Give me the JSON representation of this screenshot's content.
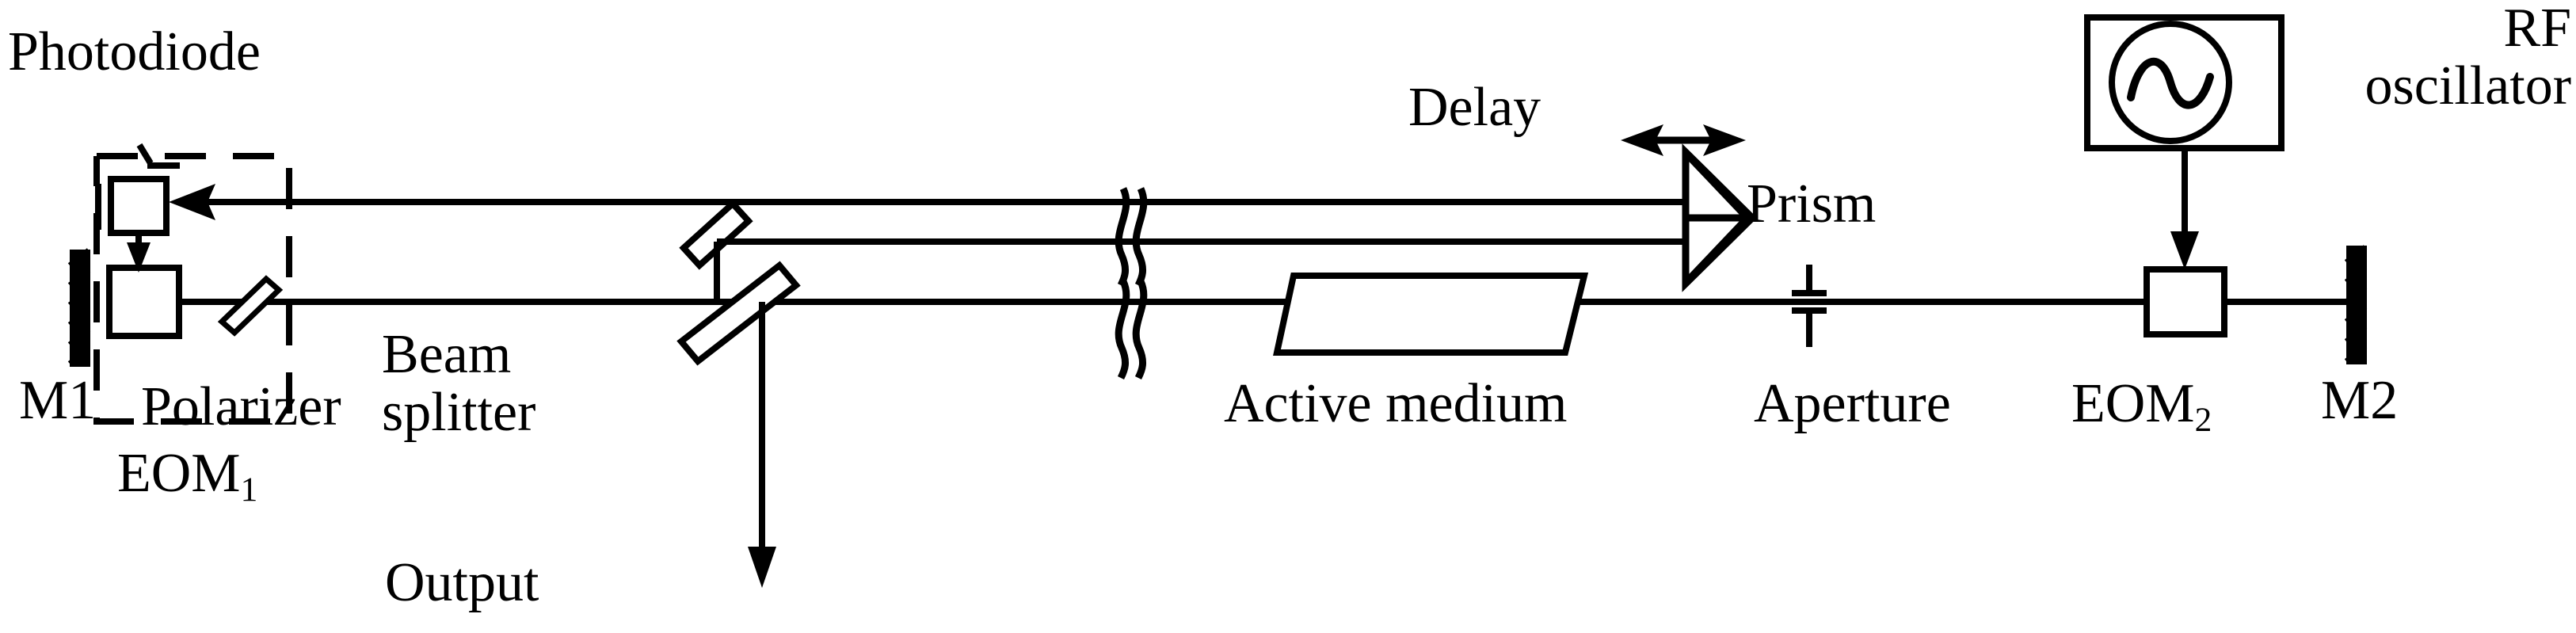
{
  "figure": {
    "kind": "optical-setup-schematic",
    "description": "Laser cavity schematic with two end mirrors, active medium, prism, aperture, two electro-optic modulators and RF oscillator",
    "background_color": "#ffffff",
    "stroke_color": "#000000"
  },
  "labels": {
    "photodiode": "Photodiode",
    "m1": "M1",
    "polarizer": "Polarizer",
    "eom1_base": "EOM",
    "eom1_sub": "1",
    "beam_splitter_line1": "Beam",
    "beam_splitter_line2": "splitter",
    "output": "Output",
    "active_medium": "Active medium",
    "delay": "Delay",
    "prism": "Prism",
    "aperture": "Aperture",
    "eom2_base": "EOM",
    "eom2_sub": "2",
    "m2": "M2",
    "rf_line1": "RF",
    "rf_line2": "oscillator"
  },
  "components": [
    {
      "name": "mirror-m1",
      "type": "hatched-end-mirror",
      "label": "M1"
    },
    {
      "name": "eom1",
      "type": "box-on-axis",
      "label": "EOM1"
    },
    {
      "name": "polarizer",
      "type": "tilted-plate",
      "label": "Polarizer"
    },
    {
      "name": "photodiode",
      "type": "box-detector",
      "label": "Photodiode"
    },
    {
      "name": "eom1-dashed-group",
      "type": "dashed-enclosure",
      "label": "EOM1"
    },
    {
      "name": "beam-splitter",
      "type": "double-tilted-plate",
      "label": "Beam splitter"
    },
    {
      "name": "output-arrow",
      "type": "arrow-down",
      "label": "Output"
    },
    {
      "name": "break-symbol-upper",
      "type": "squiggle-break",
      "label": ""
    },
    {
      "name": "break-symbol-lower",
      "type": "squiggle-break",
      "label": ""
    },
    {
      "name": "active-medium",
      "type": "brewster-rod-parallelogram",
      "label": "Active medium"
    },
    {
      "name": "prism",
      "type": "triangle-prism",
      "label": "Prism"
    },
    {
      "name": "delay-arrow",
      "type": "double-headed-arrow",
      "label": "Delay"
    },
    {
      "name": "aperture",
      "type": "iris-aperture",
      "label": "Aperture"
    },
    {
      "name": "eom2",
      "type": "box-on-axis",
      "label": "EOM2"
    },
    {
      "name": "rf-oscillator",
      "type": "box-with-sine-circle",
      "label": "RF oscillator"
    },
    {
      "name": "mirror-m2",
      "type": "hatched-end-mirror",
      "label": "M2"
    }
  ]
}
